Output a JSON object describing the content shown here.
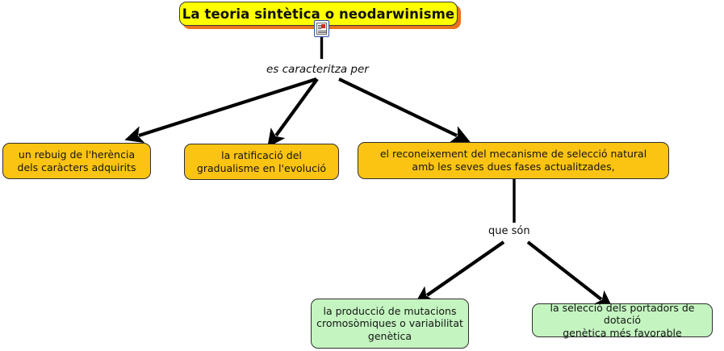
{
  "diagram": {
    "type": "concept-map",
    "language": "ca",
    "background": "#ffffff",
    "palette": {
      "title_fill": "#ffff00",
      "title_shadow": "#e8741c",
      "yellow_fill": "#fbc412",
      "green_fill": "#c4f5c0",
      "stroke": "#2f2f2f",
      "text": "#141414",
      "icon_border": "#2b50a8",
      "icon_accent": "#d22a22"
    }
  },
  "title": {
    "label": "La teoria sintètica o neodarwinisme",
    "icon": "document-note-icon"
  },
  "labels": {
    "characterized_by": "es caracteritza per",
    "which_are": "que són"
  },
  "nodes": [
    {
      "id": "rebuig",
      "label": "un rebuig de l'herència dels caràcters adquirits",
      "line1": "un rebuig de l'herència",
      "line2": "dels caràcters adquirits",
      "color": "yellow"
    },
    {
      "id": "ratificacio",
      "label": "la ratificació del gradualisme en l'evolució",
      "line1": "la ratificació del",
      "line2": "gradualisme en l'evolució",
      "color": "yellow"
    },
    {
      "id": "reconeixement",
      "label": "el reconeixement del mecanisme de selecció natural amb les seves dues fases actualitzades,",
      "line1": "el reconeixement del mecanisme de selecció natural",
      "line2": "amb les seves dues fases actualitzades,",
      "color": "yellow"
    },
    {
      "id": "mutacions",
      "label": "la producció de mutacions cromosòmiques o variabilitat genètica",
      "line1": "la producció de mutacions",
      "line2": "cromosòmiques o variabilitat",
      "line3": "genètica",
      "color": "green"
    },
    {
      "id": "seleccio",
      "label": "la selecció dels portadors de dotació genètica més favorable",
      "line1": "la selecció dels portadors de dotació",
      "line2": "genètica més favorable",
      "color": "green"
    }
  ],
  "edges": [
    {
      "from": "title",
      "to": "characterized-by-label",
      "style": "plain-stem"
    },
    {
      "from": "characterized-by-label",
      "to": "rebuig",
      "style": "arrow"
    },
    {
      "from": "characterized-by-label",
      "to": "ratificacio",
      "style": "arrow"
    },
    {
      "from": "characterized-by-label",
      "to": "reconeixement",
      "style": "arrow"
    },
    {
      "from": "reconeixement",
      "to": "which-are-label",
      "style": "plain-stem"
    },
    {
      "from": "which-are-label",
      "to": "mutacions",
      "style": "arrow"
    },
    {
      "from": "which-are-label",
      "to": "seleccio",
      "style": "arrow"
    }
  ]
}
